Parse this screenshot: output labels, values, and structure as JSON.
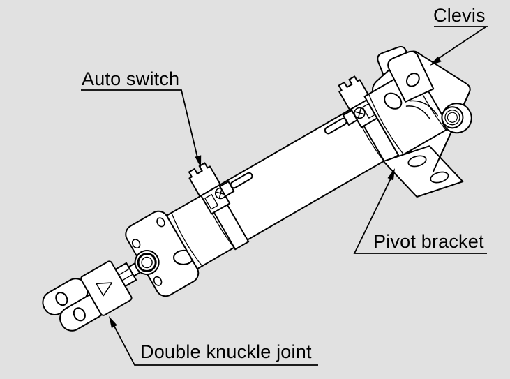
{
  "figure": {
    "type": "technical-illustration",
    "background": "#e1e1e1",
    "ink": "#000000",
    "part_fill": "#ffffff",
    "labels": {
      "auto_switch": "Auto switch",
      "clevis": "Clevis",
      "pivot_bracket": "Pivot bracket",
      "double_knuckle_joint": "Double knuckle joint"
    }
  }
}
